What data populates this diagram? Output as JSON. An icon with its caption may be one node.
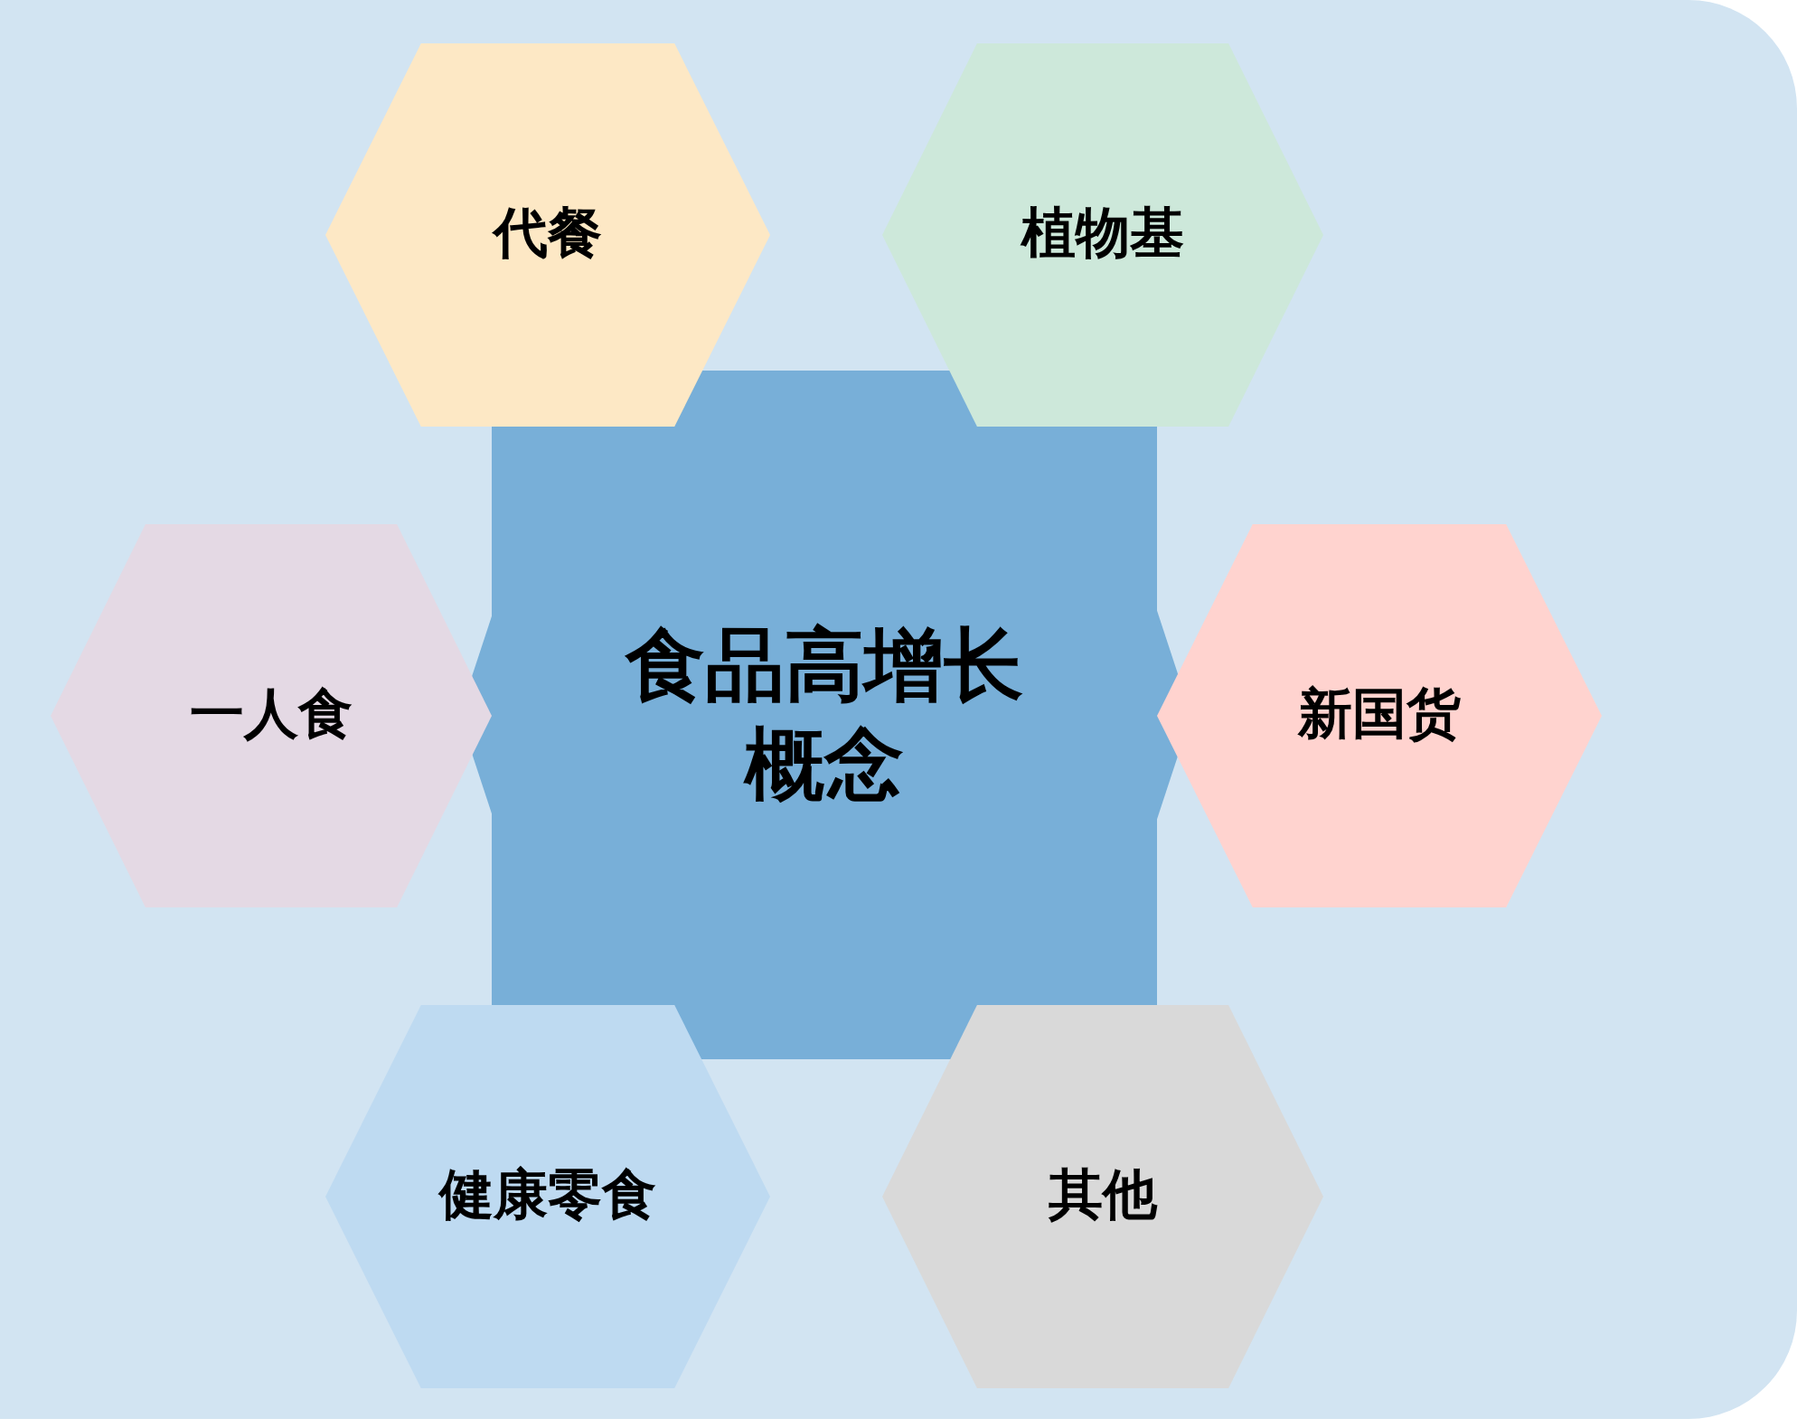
{
  "diagram": {
    "nodes": [
      {
        "text": [
          "代餐"
        ]
      },
      {
        "text": [
          "植物基"
        ]
      },
      {
        "text": [
          "一人食"
        ]
      },
      {
        "text": [
          "食品高增长概念"
        ]
      },
      {
        "text": [
          "新国货"
        ]
      },
      {
        "text": [
          "健康零食"
        ]
      },
      {
        "text": [
          "其他"
        ]
      }
    ]
  }
}
